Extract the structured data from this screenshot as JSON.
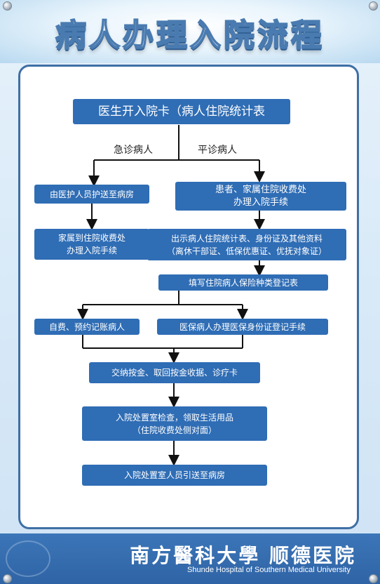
{
  "title": "病人办理入院流程",
  "top_box": "医生开入院卡（病人住院统计表",
  "branch_labels": {
    "emergency": "急诊病人",
    "outpatient": "平诊病人"
  },
  "left_column": {
    "step1": "由医护人员护送至病房",
    "step2": [
      "家属到住院收费处",
      "办理入院手续"
    ]
  },
  "right_column": {
    "step1": [
      "患者、家属住院收费处",
      "办理入院手续"
    ],
    "step2": [
      "出示病人住院统计表、身份证及其他资料",
      "（离休干部证、低保优惠证、优抚对象证）"
    ]
  },
  "insurance_form": "填写住院病人保险种类登记表",
  "self_pay": "自费、预约记账病人",
  "insured": "医保病人办理医保身份证登记手续",
  "deposit": "交纳按金、取回按金收据、诊疗卡",
  "check": [
    "入院处置室检查，领取生活用品",
    "（住院收费处侧对面）"
  ],
  "escort": "入院处置室人员引送至病房",
  "footer": {
    "logo_cn": "南方醫科大學 顺德医院",
    "logo_en": "Shunde Hospital of Southern Medical University"
  },
  "colors": {
    "box": "#2f6db5",
    "panel_border": "#3f6fa5",
    "footer": "#3169aa"
  }
}
